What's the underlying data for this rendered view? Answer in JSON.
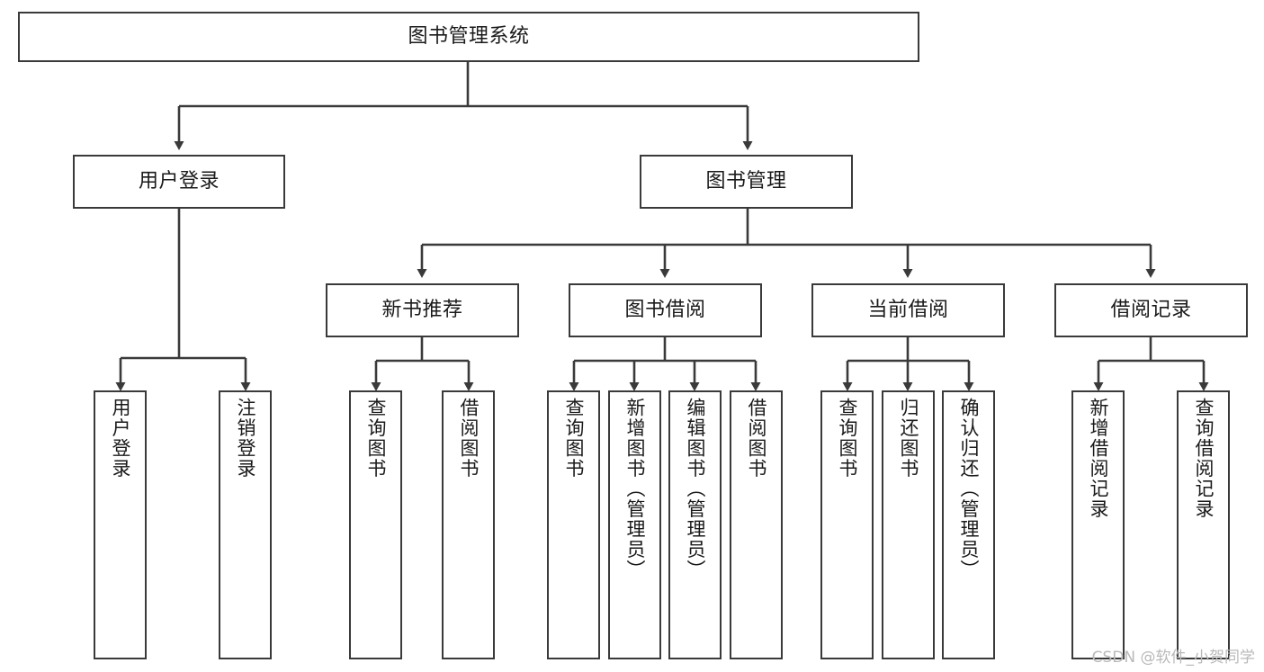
{
  "diagram": {
    "type": "tree-hierarchy-flowchart",
    "title": "图书管理系统",
    "colors": {
      "stroke": "#3a3a3a",
      "fill": "#ffffff",
      "text": "#1a1a1a",
      "watermark": "#b9b9b9"
    },
    "nodes": {
      "root": {
        "label": "图书管理系统"
      },
      "level1": [
        {
          "id": "user-login",
          "label": "用户登录"
        },
        {
          "id": "book-manage",
          "label": "图书管理"
        }
      ],
      "level2": [
        {
          "id": "new-book-recommend",
          "label": "新书推荐"
        },
        {
          "id": "book-borrow",
          "label": "图书借阅"
        },
        {
          "id": "current-borrow",
          "label": "当前借阅"
        },
        {
          "id": "borrow-record",
          "label": "借阅记录"
        }
      ],
      "leaves": {
        "user_login": [
          {
            "id": "leaf-user-login",
            "label": "用户登录"
          },
          {
            "id": "leaf-logout-login",
            "label": "注销登录"
          }
        ],
        "new_book_recommend": [
          {
            "id": "leaf-query-book-1",
            "label": "查询图书"
          },
          {
            "id": "leaf-borrow-book-1",
            "label": "借阅图书"
          }
        ],
        "book_borrow": [
          {
            "id": "leaf-query-book-2",
            "label": "查询图书"
          },
          {
            "id": "leaf-add-book",
            "label": "新增图书（管理员）"
          },
          {
            "id": "leaf-edit-book",
            "label": "编辑图书（管理员）"
          },
          {
            "id": "leaf-borrow-book-2",
            "label": "借阅图书"
          }
        ],
        "current_borrow": [
          {
            "id": "leaf-query-book-3",
            "label": "查询图书"
          },
          {
            "id": "leaf-return-book",
            "label": "归还图书"
          },
          {
            "id": "leaf-confirm-return",
            "label": "确认归还（管理员）"
          }
        ],
        "borrow_record": [
          {
            "id": "leaf-add-borrow-record",
            "label": "新增借阅记录"
          },
          {
            "id": "leaf-query-borrow-record",
            "label": "查询借阅记录"
          }
        ]
      }
    },
    "watermark": "CSDN @软件_小贺同学"
  }
}
